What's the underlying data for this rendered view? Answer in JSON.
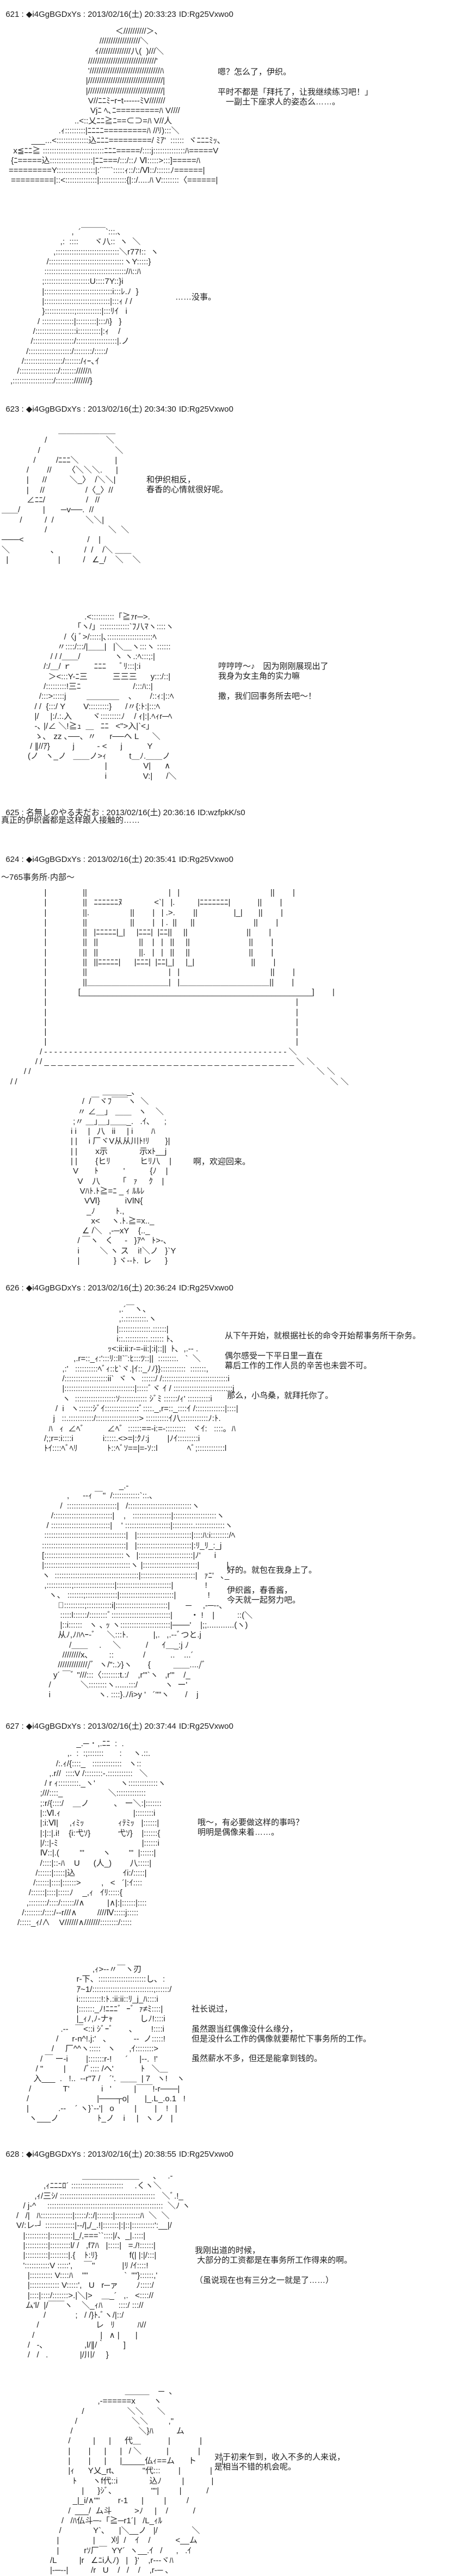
{
  "theme": {
    "background": "#ffffff",
    "text": "#1e1e1e"
  },
  "header_sep": " : ",
  "posts": [
    {
      "number": "621",
      "name": "◆i4GgBGDxYs",
      "datetime": "2013/02/16(土) 20:33:23",
      "id": "ID:Rg25Vxwo0",
      "panels": [
        {
          "aa": "                                               ＜//////////＞、\n                                        //////////////////＼\n                                      ｲ//////////////八(  )///＼\n                                   //////////////////////////////'\n                                   '///////////////////////////////ﾊ\n                                  |/////////////////////////////////|\n                                  |/////////////////////////////////|\n                                   V//ﾆﾆﾐｰrｰt------ﾐV///////\n                                    Vjﾆ ﾍ､ﾆ=========ﾊ V////\n                             ..<::乂ﾆﾆ≧ﾆ==⊂⊃=ﾊ V//人\n                      .ｨ:::::::::|ﾆﾆﾆﾆ=========ﾊ //ﾘ):::＼\n          ___...<::::::::::::::込ﾆﾆﾆ=========/ ﾐｱ'  ::::::  ヾﾆﾆﾆﾐｯ､\n  x≦ﾆﾆ≧ :::::::::::::::::::::::::::ﾆﾆﾆ=====/::::j::::::::::::::ﾊ=====V\n {ﾆ=====込:::::::::::::::::::|ﾆﾆ===/:::/::ﾉ Ⅵ:::::>:::]=====ﾊ\n=========Y:::::::::::::::::|:´¨¨¨`:::::ｨ::/::/Ⅵ::/::::::ﾉ======|\n =========|::<::::::::::::::|::::::::::::{|::/.....ﾊ V::::::::〈======|",
          "text": "嗯？怎么了，伊织。\n\n平时不都是「拜托了，让我继续练习吧！」\n　一副土下座求人的姿态么……。"
        },
        {
          "aa": "                           ,  ´￣￣￣`:::.､\n                      ,:  ::::       ヾ八::  ヽ  ＼\n                   ,::::::::::::::::::::::::::::＼r77!::  ヽ\n                /:::::::::::::::::::::::::::::::::ヽY:::::}\n               ::::::::::::::::::::::::::::::::::::/ﾊ::ﾊ\n              ;::::::::::::::::::::U::::7Y::}i\n              |::::::::::::::::::::::::::::::i:::ﾚ.ﾉ  }\n              |:::::::::::::::::::::::::::::|:::ｨ / /\n              }:::::::::::::;:::::::::::|:::ﾘｲ   i\n            / ::::::::::::::|:::::::::|:::ﾊ}   }\n          /::::::::::::::::::i::::::::::|:ｨ    /\n         /::::::::::::::::::/::::::::::::::::::|.ノ\n       /:::::::::::::::::::/::::::::/:::::/\n     /:::::::::::::::::/:::::::/ｨｰ､ｲ\n   /:::::::::::::::::/::::::://///ﾊ\n,::::::::::::::::::/::::::::///////}",
          "text": "……没事。"
        }
      ]
    },
    {
      "number": "623",
      "name": "◆i4GgBGDxYs",
      "datetime": "2013/02/16(土) 20:34:30",
      "id": "ID:Rg25Vxwo0",
      "panels": [
        {
          "aa": "                         ＿＿＿＿＿＿＿\n                   /                          ＼\n                /                                 ＼\n              /         /ﾆﾆﾆ＼                |\n           /        //       〈＼＼＼.      |\n           |      //          ＼_〉  /＼＼|\n           |     //                  /〈_〉//\n           ∠ﾆﾆ/                  /   //\n＿＿/          |       ─v──.  //\n        /          /  /              ＼＼|\n                   /                           ＼  ＼\n───<                            /    |\n＼                  ､             /  /    /＼ ＿＿\n  |                      |          /   ∠_/    ＼    ＼",
          "text": "和伊织相反，\n春香的心情就很好呢。"
        },
        {
          "aa": "                         .<::::::::::「≧ｧr─>.\n                    「ヽ/」:::::::::::::`ﾌ八ﾏヽ::::ヽ\n                /〈j ﾞ>/:::::|､::::::::::::::::::::ﾍ\n             〃::::/:::/|＿＿|   |＼＿ヽ:::ヽ ::::::\n          / / /＿＿/               ヽ ヽ.:ﾍ:::;:|\n       /:/＿/ ｒ          ﾆﾆﾆ      ﾞﾘ:::|:i\n         ＞<:::Y-ﾆ三           三三三      y:::/::|\n       /:::::::::!三ﾆ                       /:::ﾊ::|\n     /:::>:::::j         ＿＿＿＿    、      /::ｨ:|::ﾍ\n   / /  {:::/ Y        V:::::::::}      /〃{:ﾄ:|:::ﾍ\n   |/     |:/.:.入         ヾ:::::::::ﾉ    / ｨ|:|.ﾍｨr─ﾍ\n   -､ |/∠ ＼!≧ｭ  ＿   ﾆﾆ   <\">入|`<」\n   ゝ､   zz ､──、〃      r──ヘ L      ＼\n / ∥//ｱ}          j          - <      j           Y\n(ノ   ヽ_ノ   ＿＿ノ>ｨ          t＿ﾉ.＿＿ノ\n                                  |                V|      ∧\n                                  i                V:|      /＼",
          "text": "哼哼哼～♪　因为刚刚展现出了\n我身为女主角的实力嘛\n\n撒，我们回事务所去吧～！"
        }
      ]
    },
    {
      "number": "625",
      "name": "名無しのやる夫だお",
      "datetime": "2013/02/16(土) 20:36:16",
      "id": "ID:wzfpkK/s0",
      "body": "真正的伊织酱都是这样跟人接触的……"
    },
    {
      "number": "624",
      "name": "◆i4GgBGDxYs",
      "datetime": "2013/02/16(土) 20:35:41",
      "id": "ID:Rg25Vxwo0",
      "caption": "～765事务所·内部～",
      "panels": [
        {
          "aa": "               |                ||                                    |   |                                        ||        |\n               |                ||   ﾆﾆﾆﾆﾆﾆﾇ              <`|   |.          |ﾆﾆﾆﾆﾆﾆﾆ|            ||        |\n               |                ||.                  ||        |   | .>.        ||                |_|       ||        |\n               |                ||                   ||        |   | .  ||      ||                          ||        |\n               |                ||   |ﾆﾆﾆﾆﾆ|_|     |ﾆﾆﾆ|  |ﾆﾆ||     ||                          ||        |\n               |                ||   ||                  ||    |   |   ||     ||                          ||        |\n               |                ||   ||                  ||.   |   |   ||     ||                          ||        |\n               |                ||   ||ﾆﾆﾆﾆﾆ|      |ﾆﾆﾆ|  |ﾆﾆ|_|     |_|                         ||        |\n               |                ||                                    |   |                                        ||        |\n               |                ||＿＿＿＿＿＿＿＿＿＿|   |＿＿＿＿＿＿＿＿＿＿＿||        |\n               |              [___________________________________________________]        |\n               |                                                                                                              |\n               |                                                                                                              |\n               |                                                                                                              |\n               |                                                                                                              |\n               |                                                                                                              |\n             / - - - - - - - - - - - - - - - - - - - - - - - - - - - - - - - - - - - - - - - - - - - - - - - - - ＼\n           / / _ _ _ _ _ _ _ _ _ _ _ _ _ _ _ _ _ _ _ _ _ _ _ _ _ _ _ _ _ _ _ _ _ _ _ _ _ ＼ ＼\n      / /                                                                                                                              ＼ ＼\n/ /                                                                                                                                          ＼ ＼",
          "text": ""
        },
        {
          "aa": "              ＿＿＿_､\n     /  /￣ヾﾌ￣￣ヽ  ＼\n   〃 ∠＿｣   ＿＿   ヽ    ＼\n ;〃 ＿｣＿｣＿＿_.   .ｲ､      ;\ni i     |   八   ii     | i        ﾊ\n| |     i 厂ヾV从从川ﾄ!ﾘ       }|\n| |        x示              示xﾄ__j\n| |        {ヒﾘ             ヒﾘ八    |\n V       ﾄ           '           {ﾉ    |\n   V    八        「   ｧ     ｸ    |\n    Vﾊﾄ.ﾄ≧=ﾆ _ ｨ ﾙﾙﾚ\n      VⅥ}           iVlN{\n       _ﾉ         ﾄ.,\n         x<     ヽ.ﾄ.≧=x.._\n     ∠ /＼   ,-─xY    {.._\n   / ￣ヽ   く     -   }ｱ^   ﾄ>-､\n   i         ＼ ヽ ス    i!＼ノ   }`Y\n   |               } ヾ--ﾄ.  レ      }",
          "text": "啊，欢迎回来。"
        }
      ]
    },
    {
      "number": "626",
      "name": "◆i4GgBGDxYs",
      "datetime": "2013/02/16(土) 20:36:24",
      "id": "ID:Rg25Vxwo0",
      "panels": [
        {
          "aa": "                                 ,.´￣ヽ、\n                                 ,:.:::::::::.ヽ\n                                |::::::::::::::.::::::|\n                                i::.::::::::::.:::::: ﾄ､\n                            ｯ<:ii:ii:r-=-ii:|:i|::||  ﾄ､  ,.-- .\n             ,.r=::_ｨ:':::ﾘ::l!`¨:ﾋ:::ﾂ::||  ::::::::.   `  ＼\n        ,:'   ::::::::::ﾍﾞｨ::ﾋ`ヾ.|ｲ::_ﾉﾉ}}:::::::::::  :::::::,\n        /:::::::::::::::::::ii`  ヾ ヽ  ::::::/ /:::::::::::::::::::::::::::::i\n        |:::::::::::::::::::::::::::::::|:::::ﾞヾ ｲ / ::::::::::::::::::::::::::j\n        ヽ  ::::::::::::::::::ｿ:::::::::::: ｼﾞﾐ ::::::/ｨ' ::::::::::i\n     /  i   ヽ::::::ｼﾞｲ:::::::::::::::ﾞ::::._,r=::_::::ｲ /:::::::::::::|::::|\n    j   ::.:::::::::::/:::::::::::::::::::> ::::::::::ｲ八::::::::::::ﾉ:ﾄ.\n  ﾊ   ｨ  ∠ﾍﾞ          ∠ﾍﾞ  ::::::==-i:=-:::::::::   ヾｲ:   ::::｡  ﾊ\n/;;r=:i::::i             i:::::.<>=|:ｸﾉ:j        |ﾉｲ:::::::::i\nﾄｲ::::ﾍﾞﾍﾘ             ﾄ::ﾍﾞｿ==|=-ｿ::l             ﾍﾞ;::::::::::::l",
          "text": "从下午开始，就根据社长的命令开始帮事务所干杂务。\n\n偶尔感受一下平日里一直在\n幕后工作的工作人员的辛苦也未尝不可。\n\n\n 那么，小鸟桑，就拜托你了。"
        },
        {
          "aa": "                                   _.-\n            ,      --ｨ ￣\"  /::::::::::::`::.､\n         /  ::::::::::::::::::::::|   /::::::::::::::::::::::::::::ヽ\n     /::::::::::::::::::::::::::|    ,   :::::::::::::::::|:::::::::::::::::::ヽ\n   / ::::::::::::::::::::::::::|    ' ::::::::::::::::::::|:::::::::.:::::::::::::ヽ\n  ::::::::::::::::::::::::::::::::::::|   |::::::::::::::::::::::::|::::ﾊ:i::::::::/ﾍ\n :::::::::::::::::::::::::::::::::::::|   |::::::::::::::::::::::::|:ﾘ_ﾘ_:_j\n [:::::::::::::::::::::::::::::::::::ヽ  |::::::::::::::::::::::::|ﾉ'      i\n |::::::::::::::::::::::::::::::::::::::ヽ |::::::::::::::::::::::::|            |\n ヽ  :::::::::::::::::::::::::::::::::::::|::::::::::::::::::::::::|   ｧﾆ'   ､_\n  ,:::::::::::;::::::::::::::::::|::::::::::::::::::::::::|              !\n    ヽ、 :::::::;::::::::::::::|::::::::::::::::::::::::|              !\n        ﾞ:::::::::;:::::::::::i|:::::::::::::::::::::::|       ─     ,-─‐-､\n         :::::l::::::/::::::::ﾞ::::::::::::::::::::::::::|        ・ !    |          ::(＼\n         |::i::::::   ヽ ､ ｯ ヽ::::::::::::::::::::::|───'    |;;............(ヽ)\n        从ﾉ,ﾉﾊﾍｰ-ﾞ     ＼:::ﾄ.           |,.   ,.--ﾞつと.j\n             /＿＿     .     ＼           /      ｲ＿_:j ﾉ\n          ////////x､         ::             /           ..    ...´\n        //////////////ﾞ  ヽ/\":.ﾝ}ヽ       {          ＿＿..../ﾞ\n      y´ ￣ﾞ \"///:::〈::::::::t.:/    ,r'\"`ヽ   ,r'\"    /_\n    /             ＼::::::::ヽ......:::/            ヽ  ー'\n    i                     ヽ. ::::}.ﾉ/i>y '   ´\"\"ヽ       /    j",
          "text": "好的。就包在我身上了。\n\n伊织酱，春香酱，\n今天就一起努力吧。"
        }
      ]
    },
    {
      "number": "627",
      "name": "◆i4GgBGDxYs",
      "datetime": "2013/02/16(土) 20:37:44",
      "id": "ID:Rg25Vxwo0",
      "panels": [
        {
          "aa": "                          _.─ ･ ,.ﾆﾆ  :  .\n                      ,.  :  :;:::::::       :     ヽ.::.\n                 /:.ｨ/{::::_   :::::::::::::   ヽ::\n              ,.r//  ::::V /::::::::-.:::::::::::   ＼\n            / r ｨ:::::::::._ヽ'           ヽ:::::::::::::ヽ\n          ;///::::_                    ＼:::::::::::::\n          ;:r/{::::/    ＿ノ           ､   ー＼:|:::::::\n          |::Ⅵ.ｨ                                |::::::::i\n          |:i:Ⅵ|     ,ｨﾐｯ               ｨﾃﾐｯ   |::::::|\n          |:|::|.i!    {i:弋ｿ}            弋ｿ}    |::::::{\n          |/::|-ﾐ                                     |::::::i\n          Ⅳ::|.(         '''        ヽ        '''  |::::::|\n          /::::|::‐ﾊ    U      (人_)        八:::::|\n        /::::::|:::::|込                     ｲi:/:::::|\n       /::::::|::::|::::::>         ,   <   ´|:ｲ::::\n     /::::::|::::|:::::ﾉ    _,ｨ   ｲﾘ:::::{\n    ,::::::::/::::/:::::://∧          |∧|:|::::::|::::\n  /::::::::/::::/--r///∧         ////Ⅳ:::::j:::::\n/:::::_ｨ/∧    V//////∧///////::::::::/:::::",
          "text": "哦～，有必要做这样的事吗？\n明明是偶像来着……。"
        },
        {
          "aa": "                             ,ｨ>--〃￣ヽ刃\n                      r-下、:::::::::::::::::::::し､  :\n                      ｱ~1/:::::::::::::::::::::::::::;::::::/\n                      i::::::::::!:ﾄ.:ii:ii::ﾘ_j_ﾊ::::i\n                      |:::::::_ﾉ!ﾆﾆﾆﾞ  ｰﾞ  ｧ≠ﾐ::::|\n                      |_ｨﾉ,ﾉ-ナｬ            しﾉ!::::i\n               .--   ￣<::i ｼﾞｰﾞ       ､        !::::i\n             /      r-n^!.j:'   、          --  ノ:::::!\n           /     厂^^ヽ:::::   ヽ      ,ｲ::::::::>\n      / ￣ ー‐i        |:::::::r-!      ´     |--.  !'\n    / \"         |        /ﾞ:::: /へ'            ﾄ   ＼＿\n   入___  .   !..  -‐r\"7 /    ´'.  ＿＿  | 7   ヽ!    ヽ\n /              T'              i   '          |￣￣!-r───|\n/                              |───┬o|       |_.L_.o.1   !\n|             .--    ´ ヽ}`--'|   o         |        |    !   |\n ヽ___ノ                 ﾄ_ノ    i     |   ヽ ノ   |",
          "text": "社长说过，\n\n虽然跟当红偶像没什么缘分，\n但是没什么工作的偶像就要帮忙下事务所的工作。\n\n虽然薪水不多，但还是能拿到钱的。"
        }
      ]
    },
    {
      "number": "628",
      "name": "◆i4GgBGDxYs",
      "datetime": "2013/02/16(土) 20:38:55",
      "id": "ID:Rg25Vxwo0",
      "panels": [
        {
          "aa": "                             ＿＿＿＿＿＿＿      、   .-\n            ,ｨﾆﾆﾆﾛ´ :::::::::::::::::::::::     .くヽ＼\n        ,ｨ/三ｼ/ ::::::::::::::::::::::::::::::::::::::::::   ＼ﾞ.!_\n   / j-^     :::::::::::::::::::::::::::::::::::::::::::::::::::  ＼ﾉ ヽ\n/   /|   ﾊ::::::::::::::|:::::/::/|:::::::|:::::::::::ﾊ  ＼  ＼\nV/:レ-┘ :::::::::::::|-‐/|„/_.!|:::::::|:|::|::::::::::':__|/\n   |::::::::::|::::::::::|_/,===``::::|/、_|.::::|\n   |::::::::::|:::::::::l/ /   ,f7ﾊ   |:::::|   =./!::::::|\n   |::::::::::|::::::::|.{    ﾄ:ﾘ}              f(| |:|/:::|\n   ':::::::::::V :::::',     ￣\"            |ﾘ /ｲ::::!\n     |:::::::::: V::::ﾊ    \"\"                `  \"\"}::::::,'\n     |::::::::::::: V:::::',   U   r─ァ        ﾉ:::::/\n     |::::|::::/:::::::>.|＼|>    ＿_´   ,.   <:::://\n    ム'l/  |/￣￣ヽ    ＼_ｨﾊ       ::::/ ::://\n            /             ;   / /}ﾄ.ﾞヽ/|::/\n         /                         レ   ﾘ          ﾊ//\n       /                             |   ∧ |       |\n     /   -､                  ,l/∥/｀        ]\n     /   /   .              |/川/     }",
          "text": "我刚出道的时候，\n 大部分的工资都是在事务所工作得来的啊。\n\n（虽说现在也有三分之一就是了……）"
        },
        {
          "aa": "                                 ＿＿＿    ─  、\n                     ,-======x        ヽ\n              /                   ＼＼      ＼\n           /                        ＼＼         ,\"\n         /                             ＼}ﾊ          ム\n        /          |      |      代＿            |             |\n        |        |      |      |   / ＼           |             |\n        |        |      |      |_____仏ｨ==ム      ト           |\n        |ｨ      Y乂_rt､            \"代:::        |             |\n          ﾄ       ヽf代::i              込ﾉ         |            |\n              |      }ｼﾞ､                 \"\"|         |           /\n          _|_i/∧\"\"        r-1      |         |         /\n        /  ___/  ム斗          >ﾉ     |    /           /\n     /   /ﾊ仏斗─‐「≧─r1´|   /L_ｨﾙ\n    /              Y`､      |＼__ノ   |/               ＼\n   |               |       刈  /    ｲ    /           <__ム\n   |           rｿ厂￣  YY´  ヽ__.ｲ   /      ,   .ｲ\n/L          |r   ∠ﾆi人ﾉ)   |   }'    ,r‐‐‐ヾﾊ\n|-─--|          /r   U    /   /    /    ,r-─ ､",
          "text": "对于初来乍到，收入不多的人来说，\n是相当不错的机会呢。"
        }
      ]
    }
  ]
}
